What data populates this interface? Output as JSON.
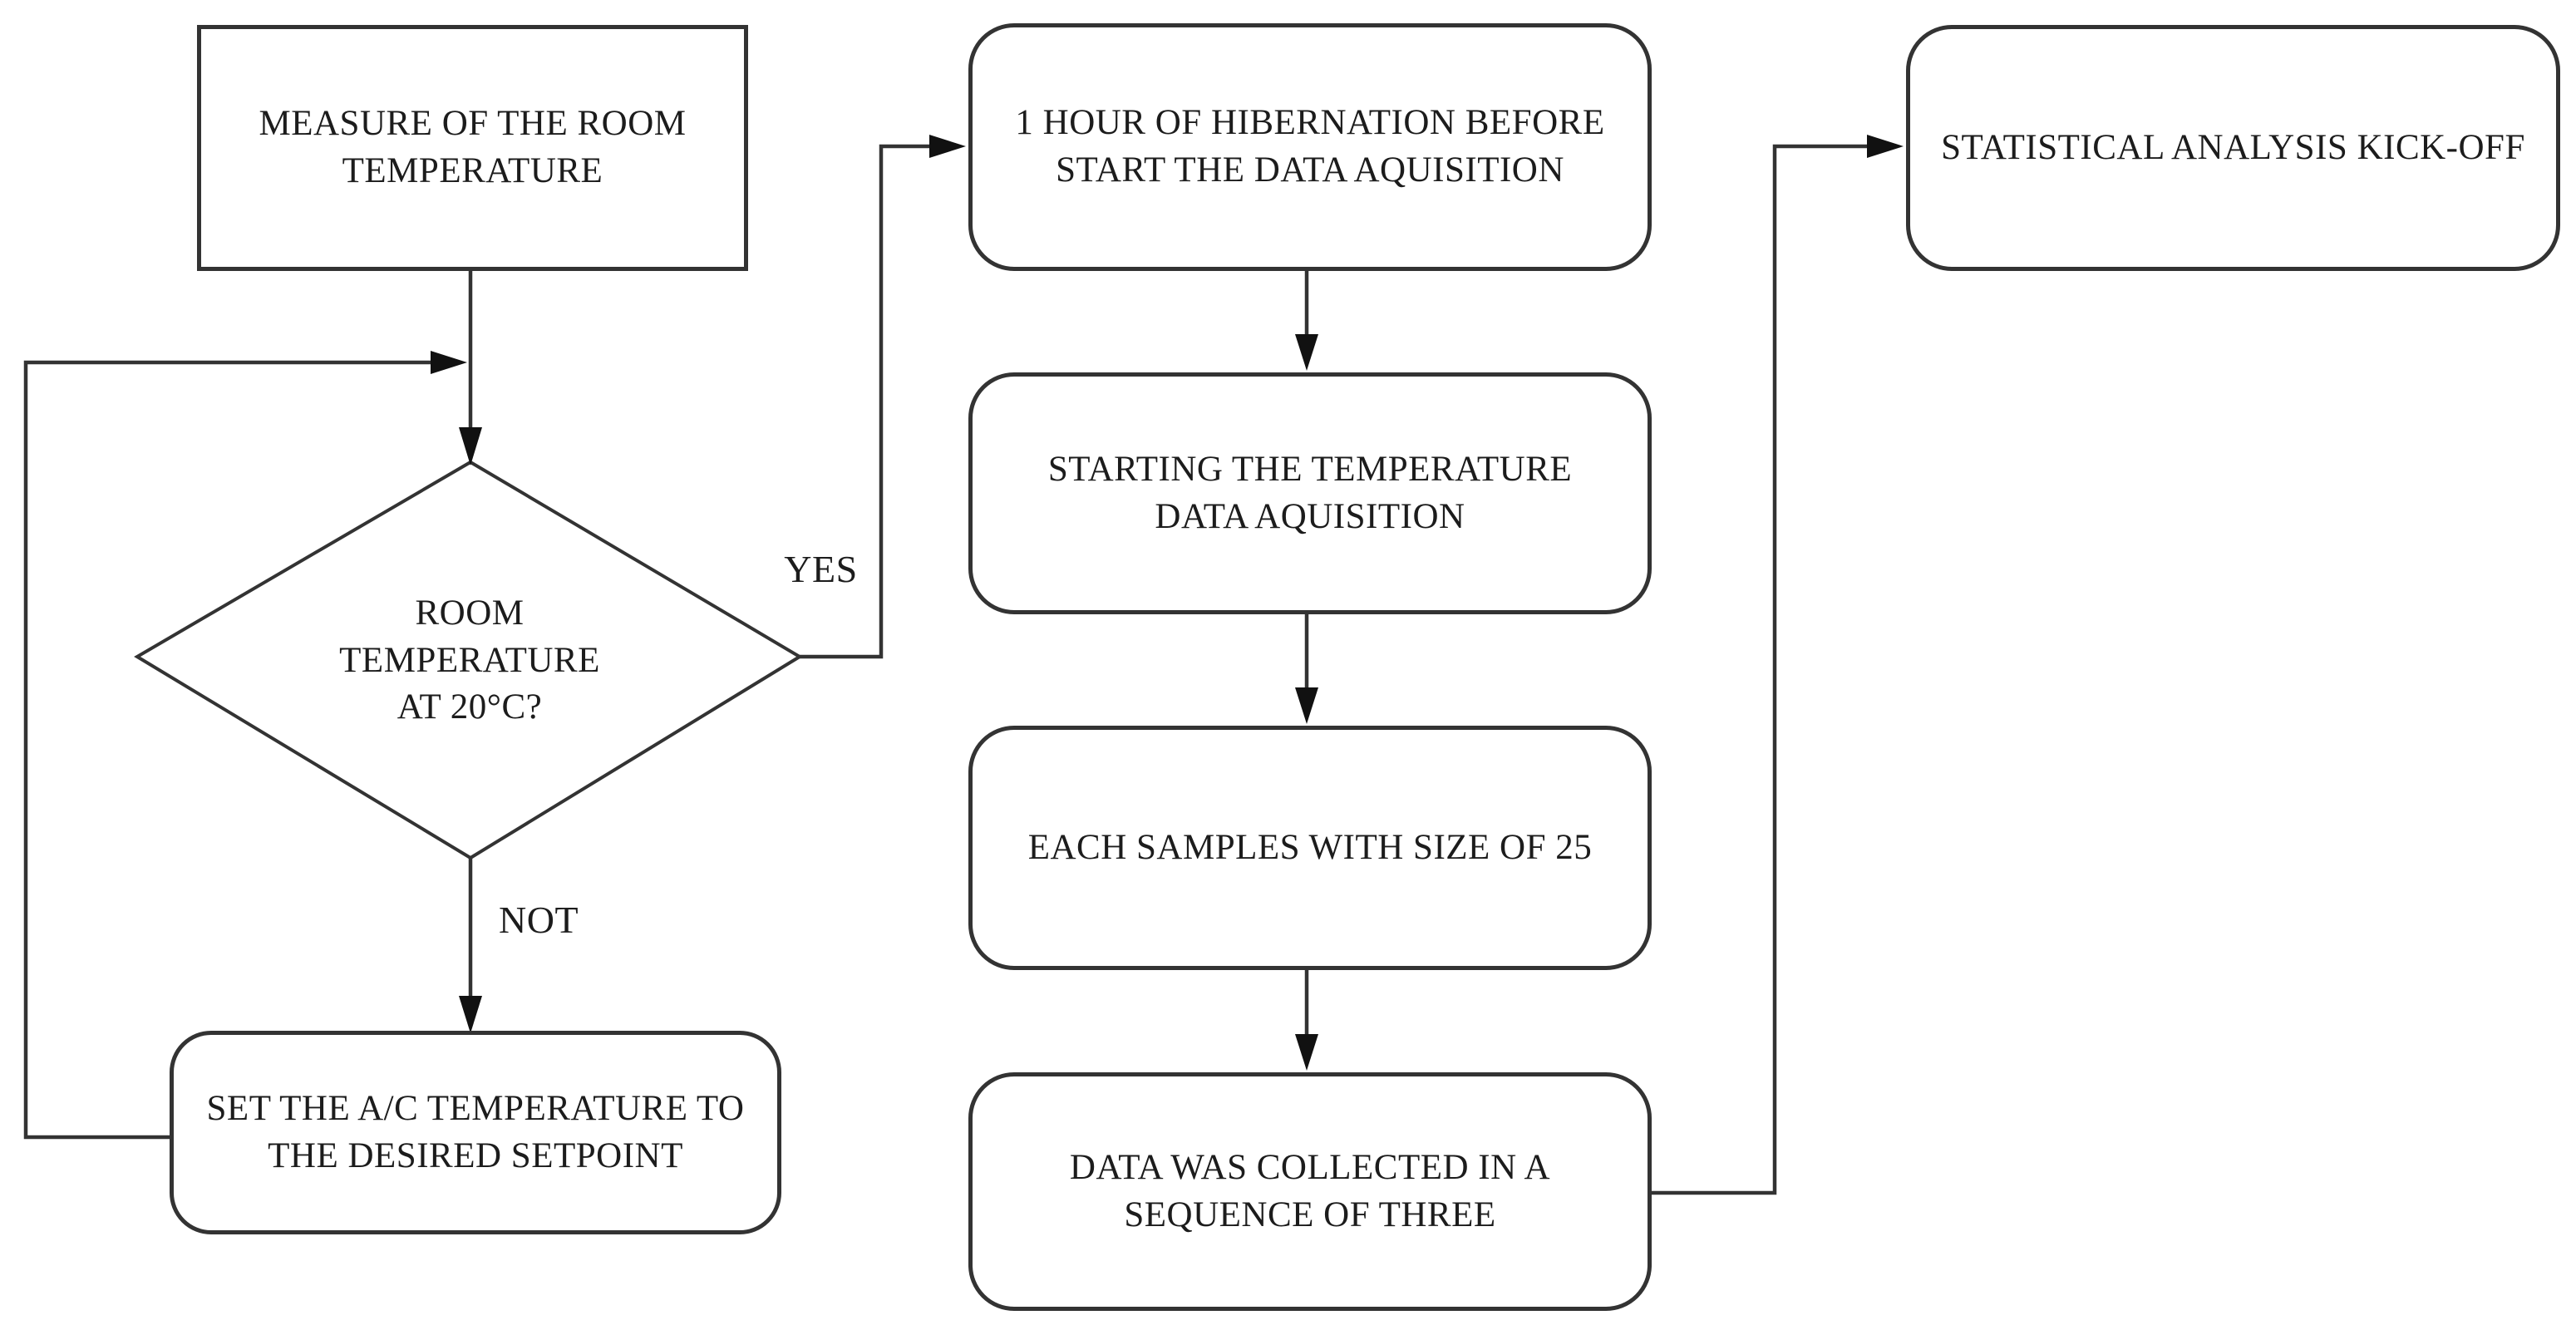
{
  "diagram": {
    "background_color": "#ffffff",
    "stroke_color": "#333333",
    "text_color": "#1c1c1c",
    "nodes": {
      "measure_room_temp": {
        "label": "MEASURE OF THE ROOM\nTEMPERATURE",
        "shape": "rectangle"
      },
      "room_temp_decision": {
        "label": "ROOM\nTEMPERATURE\nAT 20°C?",
        "shape": "diamond"
      },
      "set_ac_setpoint": {
        "label": "SET THE A/C TEMPERATURE TO\nTHE DESIRED SETPOINT",
        "shape": "rounded-rectangle"
      },
      "hibernation": {
        "label": "1 HOUR OF HIBERNATION BEFORE\nSTART THE DATA AQUISITION",
        "shape": "rounded-rectangle"
      },
      "start_acquisition": {
        "label": "STARTING THE TEMPERATURE\nDATA AQUISITION",
        "shape": "rounded-rectangle"
      },
      "sample_size": {
        "label": "EACH SAMPLES WITH SIZE OF 25",
        "shape": "rounded-rectangle"
      },
      "sequence_three": {
        "label": "DATA WAS COLLECTED IN A\nSEQUENCE OF THREE",
        "shape": "rounded-rectangle"
      },
      "stats_kickoff": {
        "label": "STATISTICAL ANALYSIS KICK-OFF",
        "shape": "rounded-rectangle"
      }
    },
    "edge_labels": {
      "yes": "YES",
      "not": "NOT"
    }
  }
}
